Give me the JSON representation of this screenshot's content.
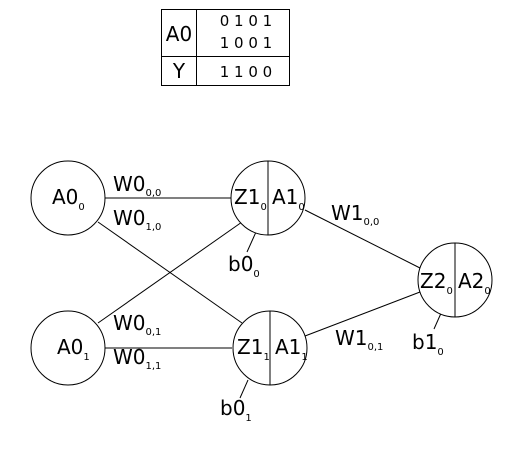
{
  "truth_table": {
    "rows": [
      {
        "label": "A0",
        "lines": [
          "0 1 0 1",
          "1 0 0 1"
        ]
      },
      {
        "label": "Y",
        "lines": [
          "1 1 0 0"
        ]
      }
    ]
  },
  "nodes": {
    "a0_0": {
      "base": "A0",
      "sub": "0"
    },
    "a0_1": {
      "base": "A0",
      "sub": "1"
    },
    "h0": {
      "z": {
        "base": "Z1",
        "sub": "0"
      },
      "a": {
        "base": "A1",
        "sub": "0"
      }
    },
    "h1": {
      "z": {
        "base": "Z1",
        "sub": "1"
      },
      "a": {
        "base": "A1",
        "sub": "1"
      }
    },
    "out": {
      "z": {
        "base": "Z2",
        "sub": "0"
      },
      "a": {
        "base": "A2",
        "sub": "0"
      }
    }
  },
  "weights": {
    "w0_00": {
      "base": "W0",
      "sub": "0,0"
    },
    "w0_10": {
      "base": "W0",
      "sub": "1,0"
    },
    "w0_01": {
      "base": "W0",
      "sub": "0,1"
    },
    "w0_11": {
      "base": "W0",
      "sub": "1,1"
    },
    "w1_00": {
      "base": "W1",
      "sub": "0,0"
    },
    "w1_01": {
      "base": "W1",
      "sub": "0,1"
    }
  },
  "biases": {
    "b0_0": {
      "base": "b0",
      "sub": "0"
    },
    "b0_1": {
      "base": "b0",
      "sub": "1"
    },
    "b1_0": {
      "base": "b1",
      "sub": "0"
    }
  }
}
